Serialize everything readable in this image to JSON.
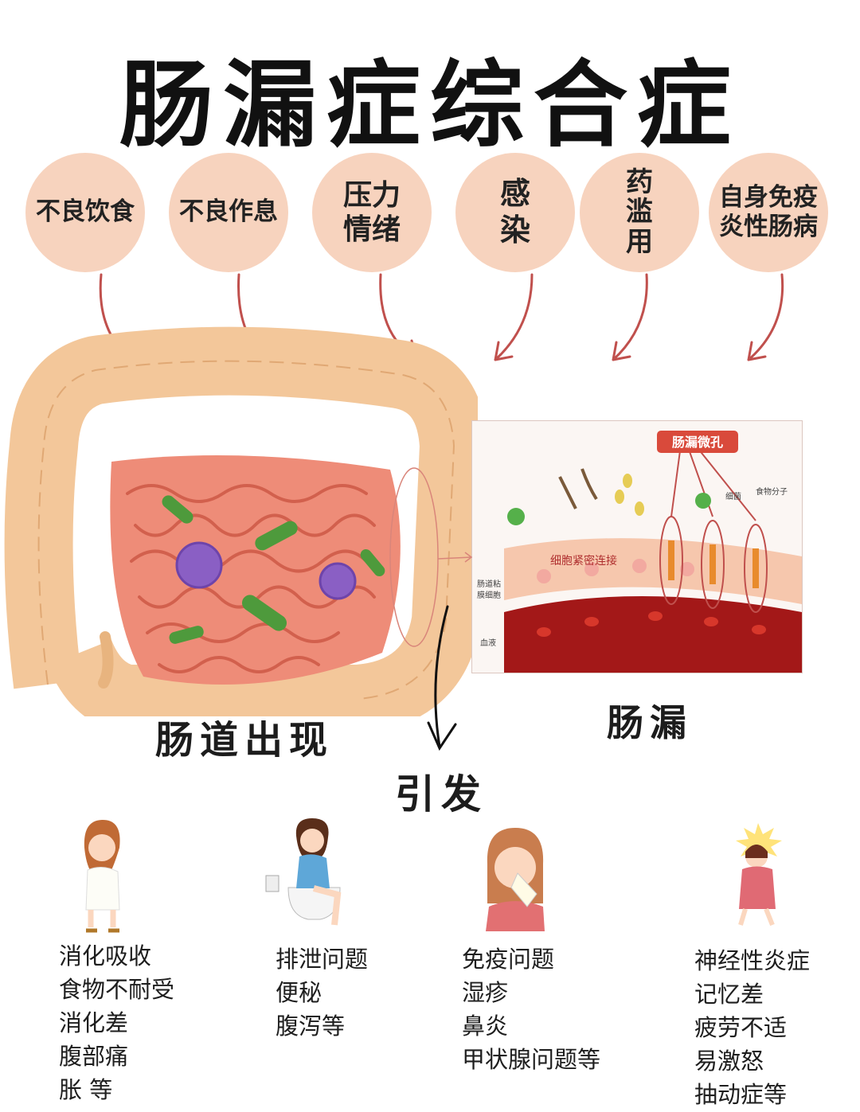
{
  "title": "肠漏症综合症",
  "causes": [
    {
      "lines": [
        "不良饮食"
      ]
    },
    {
      "lines": [
        "不良作息"
      ]
    },
    {
      "lines": [
        "压力",
        "情绪"
      ]
    },
    {
      "lines": [
        "感",
        "染"
      ]
    },
    {
      "lines": [
        "药",
        "滥",
        "用"
      ]
    },
    {
      "lines": [
        "自身免疫",
        "炎性肠病"
      ]
    }
  ],
  "intestine_caption": "肠道出现",
  "leaky_caption": "肠漏",
  "trigger_label": "引发",
  "micro_panel": {
    "badge": "肠漏微孔",
    "tight_junction": "细胞紧密连接",
    "bacteria": "细菌",
    "food_molecule": "食物分子",
    "mucosa_cell_line1": "肠道粘",
    "mucosa_cell_line2": "膜细胞",
    "blood": "血液"
  },
  "effects": [
    {
      "items": [
        "消化吸收",
        "食物不耐受",
        "消化差",
        "腹部痛",
        "胀 等"
      ]
    },
    {
      "items": [
        "排泄问题",
        "便秘",
        "腹泻等"
      ]
    },
    {
      "items": [
        "免疫问题",
        "湿疹",
        "鼻炎",
        "甲状腺问题等"
      ]
    },
    {
      "items": [
        "神经性炎症",
        "记忆差",
        "疲劳不适",
        "易激怒",
        "抽动症等"
      ]
    }
  ],
  "colors": {
    "cause_circle": "#f7d3be",
    "arrow": "#c0504d",
    "colon": "#f3c79a",
    "small_intestine": "#ee8c78",
    "bacteria_green": "#4e9a3c",
    "virus_purple": "#8a5fc4",
    "blood": "#a31818"
  }
}
